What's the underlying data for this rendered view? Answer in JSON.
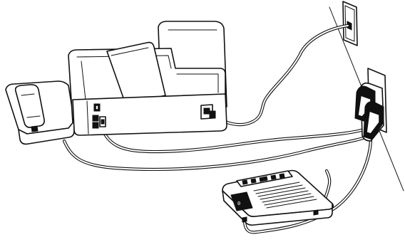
{
  "diagram": {
    "caption": "",
    "components": [
      {
        "name": "printer-fax",
        "kind": "all-in-one printer"
      },
      {
        "name": "telephone",
        "kind": "corded phone"
      },
      {
        "name": "answering-machine",
        "kind": "answering machine"
      },
      {
        "name": "wall-jack-upper",
        "kind": "telephone wall outlet"
      },
      {
        "name": "wall-splitter",
        "kind": "dual line splitter"
      }
    ],
    "answering_machine_display": "0"
  }
}
